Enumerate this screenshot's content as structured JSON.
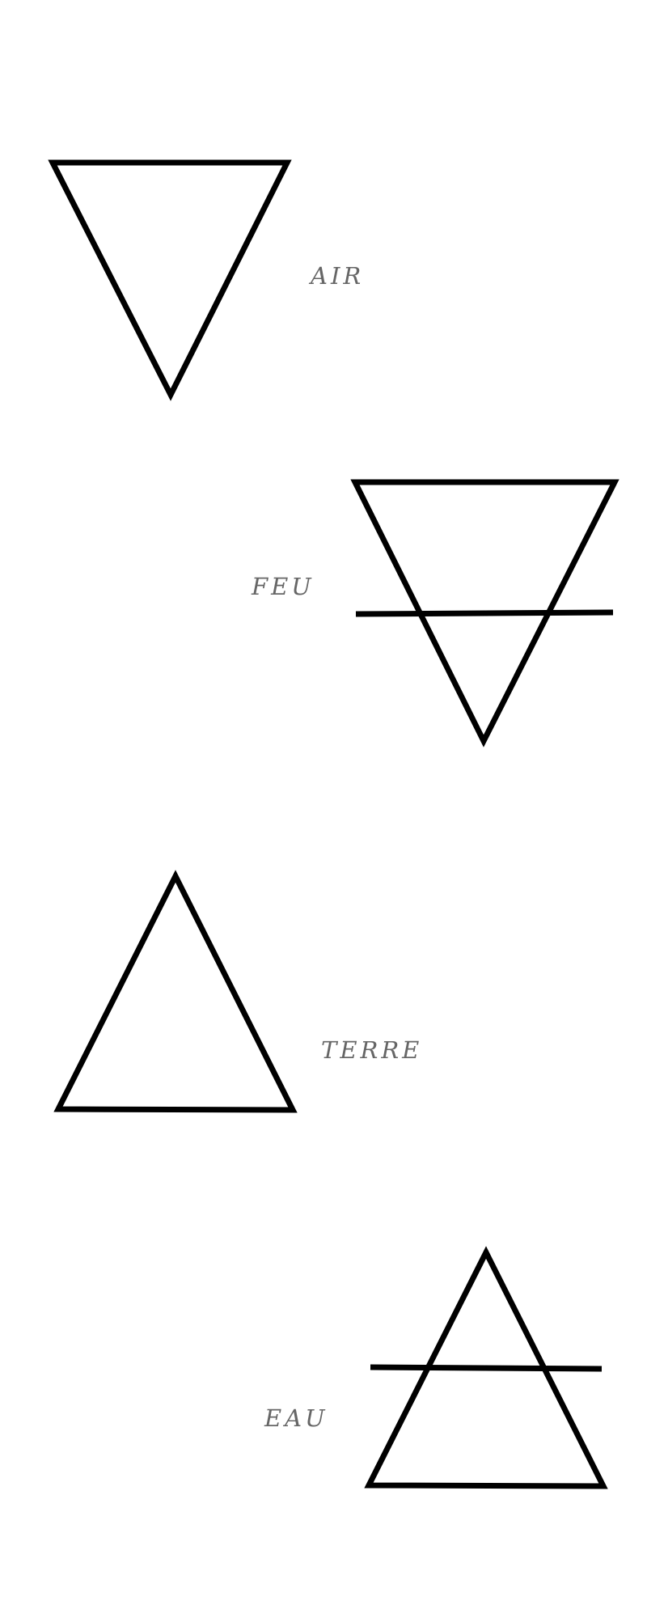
{
  "elements": [
    {
      "label": "AIR",
      "symbol": "air-triangle-icon"
    },
    {
      "label": "FEU",
      "symbol": "fire-triangle-icon"
    },
    {
      "label": "TERRE",
      "symbol": "earth-triangle-icon"
    },
    {
      "label": "EAU",
      "symbol": "water-triangle-icon"
    }
  ],
  "colors": {
    "background": "#ffffff",
    "symbol_stroke": "#000000",
    "label_text": "#666666"
  }
}
